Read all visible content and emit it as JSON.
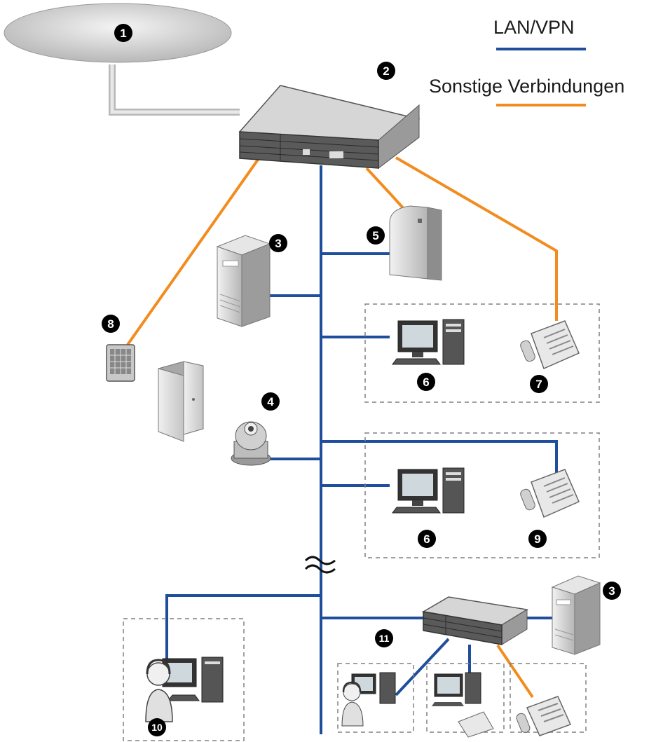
{
  "legend": {
    "lan_label": "LAN/VPN",
    "lan_color": "#1f4f9c",
    "other_label": "Sonstige Verbindungen",
    "other_color": "#f28c1e"
  },
  "badges": {
    "b1": "1",
    "b2": "2",
    "b3a": "3",
    "b3b": "3",
    "b4": "4",
    "b5": "5",
    "b6a": "6",
    "b6b": "6",
    "b7": "7",
    "b8": "8",
    "b9": "9",
    "b10": "10",
    "b11": "11"
  },
  "colors": {
    "lan": "#1f4f9c",
    "other": "#f28c1e",
    "network": "#cfcfcf",
    "dash": "#808080"
  }
}
